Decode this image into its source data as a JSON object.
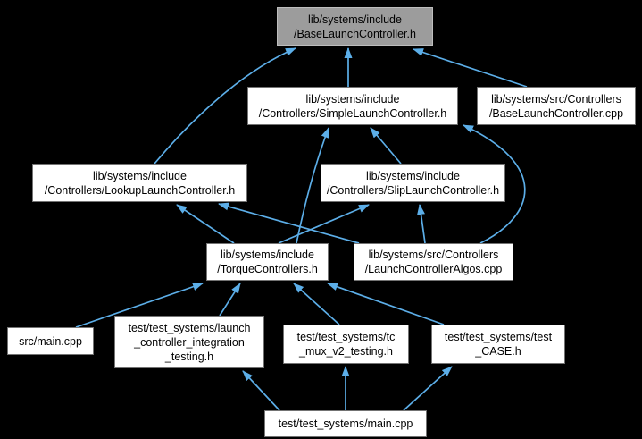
{
  "diagram": {
    "type": "include-dependency-graph",
    "colors": {
      "background": "#000000",
      "edge": "#5caee8",
      "node_fill": "#ffffff",
      "node_border": "#737373",
      "highlight_fill": "#9c9c9c",
      "highlight_border": "#bdbdbd",
      "text": "#000000"
    },
    "nodes": [
      {
        "id": "base_h",
        "highlighted": true,
        "lines": [
          "lib/systems/include",
          "/BaseLaunchController.h"
        ]
      },
      {
        "id": "simple_h",
        "highlighted": false,
        "lines": [
          "lib/systems/include",
          "/Controllers/SimpleLaunchController.h"
        ]
      },
      {
        "id": "base_cpp",
        "highlighted": false,
        "lines": [
          "lib/systems/src/Controllers",
          "/BaseLaunchController.cpp"
        ]
      },
      {
        "id": "lookup_h",
        "highlighted": false,
        "lines": [
          "lib/systems/include",
          "/Controllers/LookupLaunchController.h"
        ]
      },
      {
        "id": "slip_h",
        "highlighted": false,
        "lines": [
          "lib/systems/include",
          "/Controllers/SlipLaunchController.h"
        ]
      },
      {
        "id": "torque_h",
        "highlighted": false,
        "lines": [
          "lib/systems/include",
          "/TorqueControllers.h"
        ]
      },
      {
        "id": "algos_cpp",
        "highlighted": false,
        "lines": [
          "lib/systems/src/Controllers",
          "/LaunchControllerAlgos.cpp"
        ]
      },
      {
        "id": "src_main",
        "highlighted": false,
        "lines": [
          "src/main.cpp"
        ]
      },
      {
        "id": "launch_integration_h",
        "highlighted": false,
        "lines": [
          "test/test_systems/launch",
          "_controller_integration",
          "_testing.h"
        ]
      },
      {
        "id": "tc_mux_h",
        "highlighted": false,
        "lines": [
          "test/test_systems/tc",
          "_mux_v2_testing.h"
        ]
      },
      {
        "id": "test_case_h",
        "highlighted": false,
        "lines": [
          "test/test_systems/test",
          "_CASE.h"
        ]
      },
      {
        "id": "test_main",
        "highlighted": false,
        "lines": [
          "test/test_systems/main.cpp"
        ]
      }
    ],
    "edges": [
      {
        "from": "lookup_h",
        "to": "base_h"
      },
      {
        "from": "simple_h",
        "to": "base_h"
      },
      {
        "from": "base_cpp",
        "to": "base_h"
      },
      {
        "from": "torque_h",
        "to": "simple_h"
      },
      {
        "from": "slip_h",
        "to": "simple_h"
      },
      {
        "from": "algos_cpp",
        "to": "simple_h"
      },
      {
        "from": "torque_h",
        "to": "lookup_h"
      },
      {
        "from": "algos_cpp",
        "to": "lookup_h"
      },
      {
        "from": "torque_h",
        "to": "slip_h"
      },
      {
        "from": "algos_cpp",
        "to": "slip_h"
      },
      {
        "from": "src_main",
        "to": "torque_h"
      },
      {
        "from": "launch_integration_h",
        "to": "torque_h"
      },
      {
        "from": "tc_mux_h",
        "to": "torque_h"
      },
      {
        "from": "test_case_h",
        "to": "torque_h"
      },
      {
        "from": "test_main",
        "to": "launch_integration_h"
      },
      {
        "from": "test_main",
        "to": "tc_mux_h"
      },
      {
        "from": "test_main",
        "to": "test_case_h"
      }
    ]
  }
}
